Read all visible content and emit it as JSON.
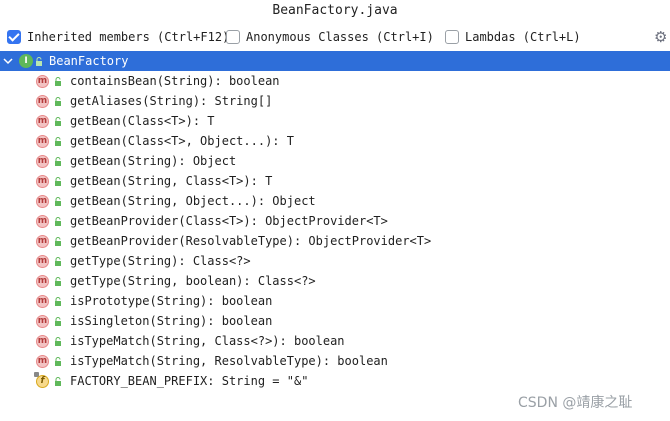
{
  "window": {
    "title": "BeanFactory.java"
  },
  "options": {
    "inherited": {
      "label": "Inherited members (Ctrl+F12)",
      "checked": true
    },
    "anonymous": {
      "label": "Anonymous Classes (Ctrl+I)",
      "checked": false
    },
    "lambdas": {
      "label": "Lambdas (Ctrl+L)",
      "checked": false
    },
    "settings_icon": "gear-icon"
  },
  "tree": {
    "root": {
      "label": "BeanFactory",
      "icon": "interface-icon",
      "icon_letter": "I"
    },
    "members": [
      {
        "label": "containsBean(String): boolean",
        "kind": "method"
      },
      {
        "label": "getAliases(String): String[]",
        "kind": "method"
      },
      {
        "label": "getBean(Class<T>): T",
        "kind": "method"
      },
      {
        "label": "getBean(Class<T>, Object...): T",
        "kind": "method"
      },
      {
        "label": "getBean(String): Object",
        "kind": "method"
      },
      {
        "label": "getBean(String, Class<T>): T",
        "kind": "method"
      },
      {
        "label": "getBean(String, Object...): Object",
        "kind": "method"
      },
      {
        "label": "getBeanProvider(Class<T>): ObjectProvider<T>",
        "kind": "method"
      },
      {
        "label": "getBeanProvider(ResolvableType): ObjectProvider<T>",
        "kind": "method"
      },
      {
        "label": "getType(String): Class<?>",
        "kind": "method"
      },
      {
        "label": "getType(String, boolean): Class<?>",
        "kind": "method"
      },
      {
        "label": "isPrototype(String): boolean",
        "kind": "method"
      },
      {
        "label": "isSingleton(String): boolean",
        "kind": "method"
      },
      {
        "label": "isTypeMatch(String, Class<?>): boolean",
        "kind": "method"
      },
      {
        "label": "isTypeMatch(String, ResolvableType): boolean",
        "kind": "method"
      },
      {
        "label": "FACTORY_BEAN_PREFIX: String = \"&\"",
        "kind": "field"
      }
    ],
    "method_icon_letter": "m",
    "field_icon_letter": "f"
  },
  "watermark": "CSDN @靖康之耻",
  "colors": {
    "selection": "#2e6ed9",
    "checkbox_checked": "#3574f0",
    "method_icon": "#f2c3c3",
    "field_icon": "#f7d98b",
    "lock": "#5fb85a"
  }
}
